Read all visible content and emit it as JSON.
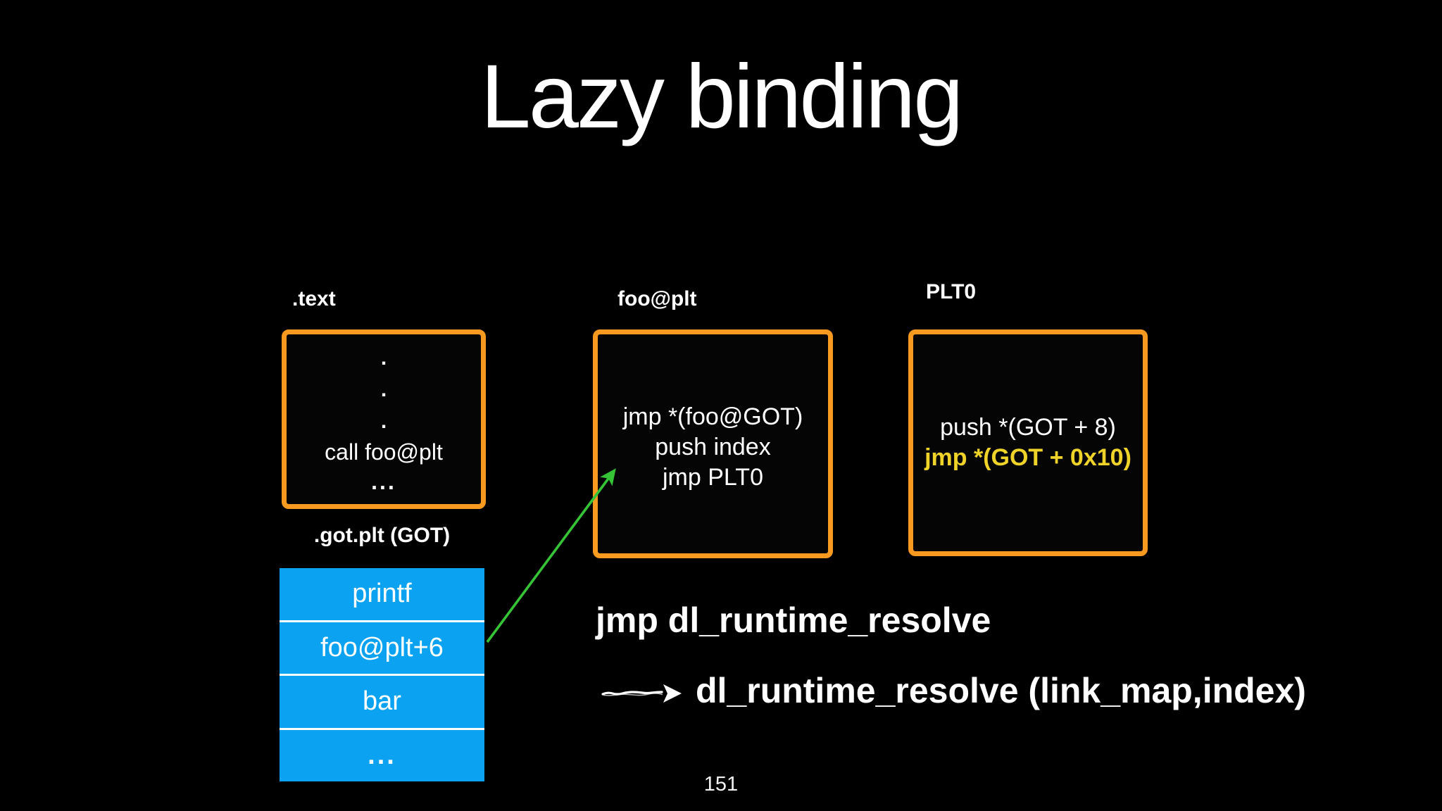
{
  "slide": {
    "title": "Lazy binding",
    "page_number": "151",
    "colors": {
      "background": "#000000",
      "box_border_orange": "#f79a1f",
      "got_table_blue": "#0ba2f2",
      "pointer_arrow_green": "#35c435",
      "highlight_yellow": "#efd329",
      "text_white": "#ffffff"
    },
    "text_section": {
      "label": ".text",
      "lines": [
        ".",
        ".",
        ".",
        "call foo@plt",
        "..."
      ]
    },
    "foo_plt_section": {
      "label": "foo@plt",
      "lines": [
        "jmp *(foo@GOT)",
        "push index",
        "jmp PLT0"
      ]
    },
    "plt0_section": {
      "label": "PLT0",
      "line_push": "push *(GOT + 8)",
      "line_jmp": "jmp *(GOT + 0x10)"
    },
    "got_section": {
      "label": ".got.plt (GOT)",
      "rows": [
        "printf",
        "foo@plt+6",
        "bar",
        "..."
      ]
    },
    "resolve": {
      "jmp_line": "jmp dl_runtime_resolve",
      "call_line": "dl_runtime_resolve (link_map,index)"
    }
  }
}
